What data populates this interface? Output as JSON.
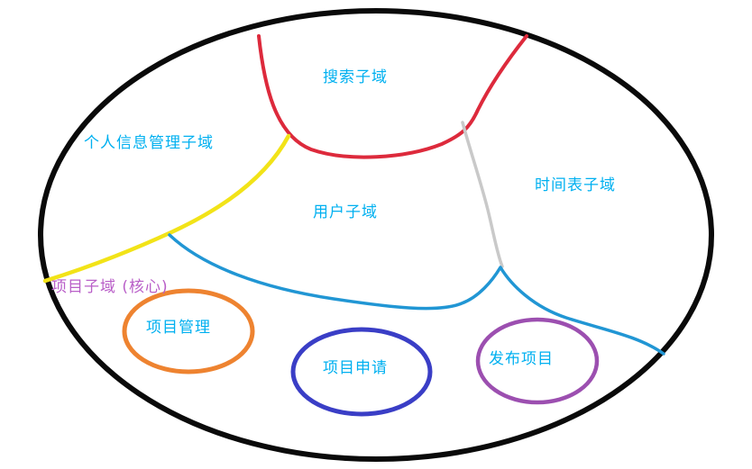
{
  "diagram": {
    "labels": {
      "search_subdomain": "搜索子域",
      "personal_info_subdomain": "个人信息管理子域",
      "timetable_subdomain": "时间表子域",
      "user_subdomain": "用户子域",
      "project_subdomain_core": "项目子域 (核心)",
      "project_management": "项目管理",
      "project_application": "项目申请",
      "publish_project": "发布项目"
    },
    "colors": {
      "subdomain_label": "#00b0f0",
      "core_label": "#b95fc8",
      "outer_boundary": "#0a0a0a",
      "red_boundary": "#dd2a3c",
      "yellow_boundary": "#f2e318",
      "blue_boundary": "#2196d4",
      "gray_boundary": "#c9c9c9",
      "project_management_circle": "#ee8330",
      "project_application_circle": "#3a3ec6",
      "publish_project_circle": "#9c4fb0"
    }
  }
}
